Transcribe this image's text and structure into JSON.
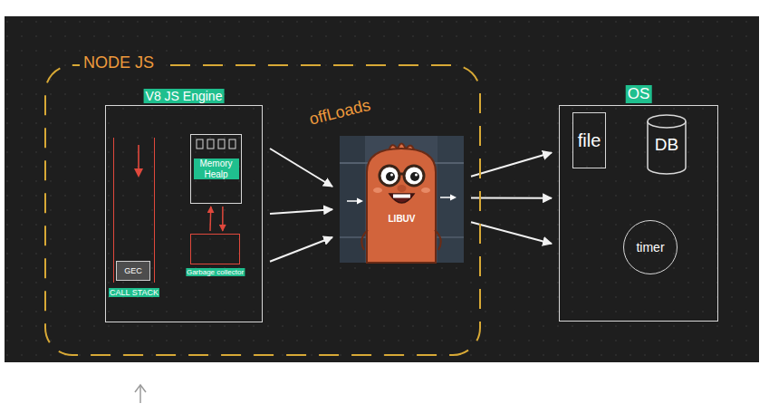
{
  "diagram": {
    "nodes": [
      {
        "text": [
          "NODE JS"
        ]
      },
      {
        "text": [
          "V8 JS Engine"
        ],
        "in": 0
      },
      {
        "text": [
          "CALL STACK"
        ],
        "in": 1
      },
      {
        "text": [
          "GEC"
        ],
        "in": 2
      },
      {
        "text": [
          "Memory Healp"
        ],
        "in": 1
      },
      {
        "text": [
          "Garbage collector"
        ],
        "in": 1
      },
      {
        "text": [
          "LIBUV"
        ],
        "in": 0
      },
      {
        "text": [
          "OS"
        ]
      },
      {
        "text": [
          "file"
        ],
        "in": 7
      },
      {
        "text": [
          "DB"
        ],
        "in": 7
      },
      {
        "text": [
          "timer"
        ],
        "in": 7
      }
    ],
    "edges": [
      {
        "from": 4,
        "to": 5,
        "arrow": "to"
      },
      {
        "from": 5,
        "to": 4,
        "arrow": "to"
      },
      {
        "from": 1,
        "to": 6,
        "arrow": "to"
      },
      {
        "from": 1,
        "to": 6,
        "arrow": "to"
      },
      {
        "from": 1,
        "to": 6,
        "arrow": "to"
      },
      {
        "from": 6,
        "to": 7,
        "arrow": "to"
      },
      {
        "from": 6,
        "to": 7,
        "arrow": "to"
      },
      {
        "from": 6,
        "to": 7,
        "arrow": "to"
      }
    ],
    "labels": [
      "offLoads"
    ]
  }
}
